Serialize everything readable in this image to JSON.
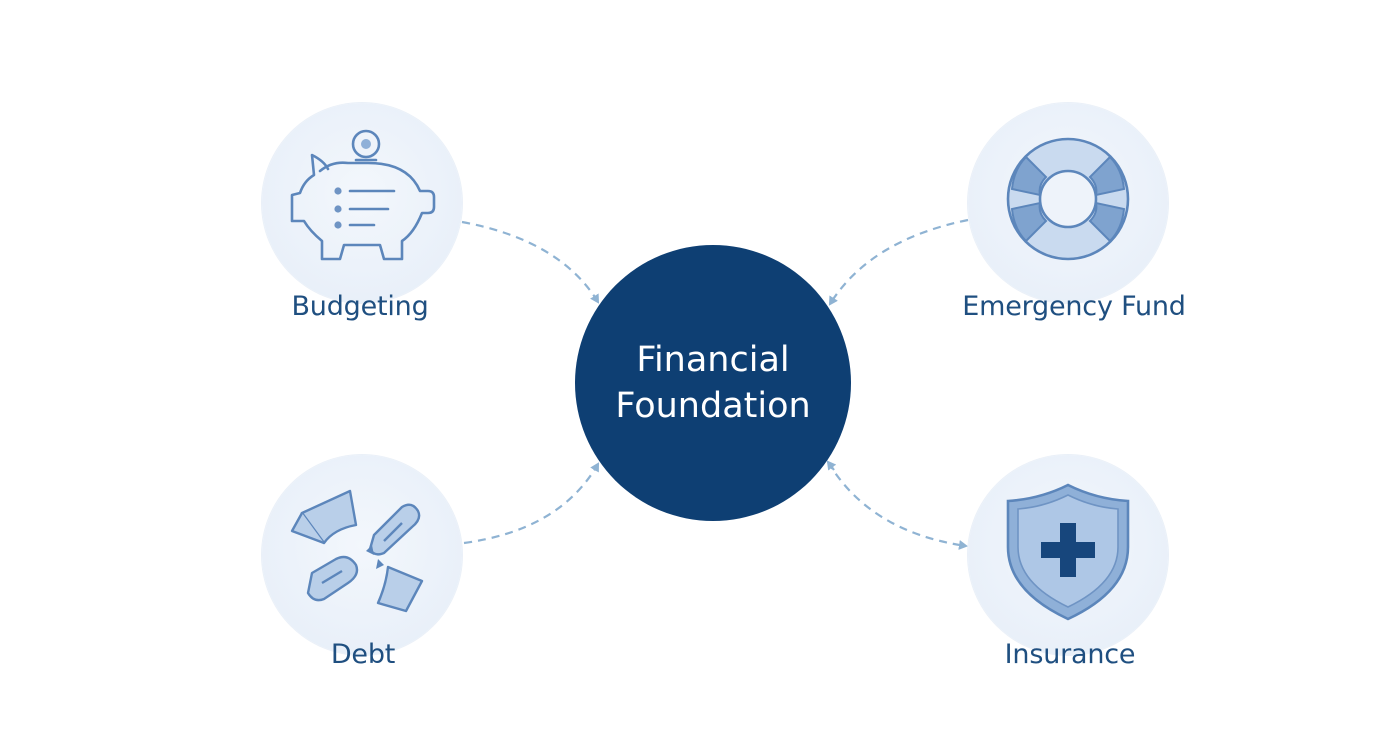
{
  "diagram": {
    "center": {
      "line1": "Financial",
      "line2": "Foundation"
    },
    "nodes": [
      {
        "id": "budgeting",
        "label": "Budgeting",
        "icon": "piggy-bank-icon"
      },
      {
        "id": "emergency-fund",
        "label": "Emergency Fund",
        "icon": "life-ring-icon"
      },
      {
        "id": "debt",
        "label": "Debt",
        "icon": "broken-chain-icon"
      },
      {
        "id": "insurance",
        "label": "Insurance",
        "icon": "shield-plus-icon"
      }
    ]
  },
  "colors": {
    "center_fill": "#0e3f73",
    "label_text": "#1f4f80",
    "icon_stroke": "#5c86bb",
    "icon_fill": "#a9c4e4",
    "connector": "#8fb3d3",
    "node_bg": "#e9f0f9"
  }
}
